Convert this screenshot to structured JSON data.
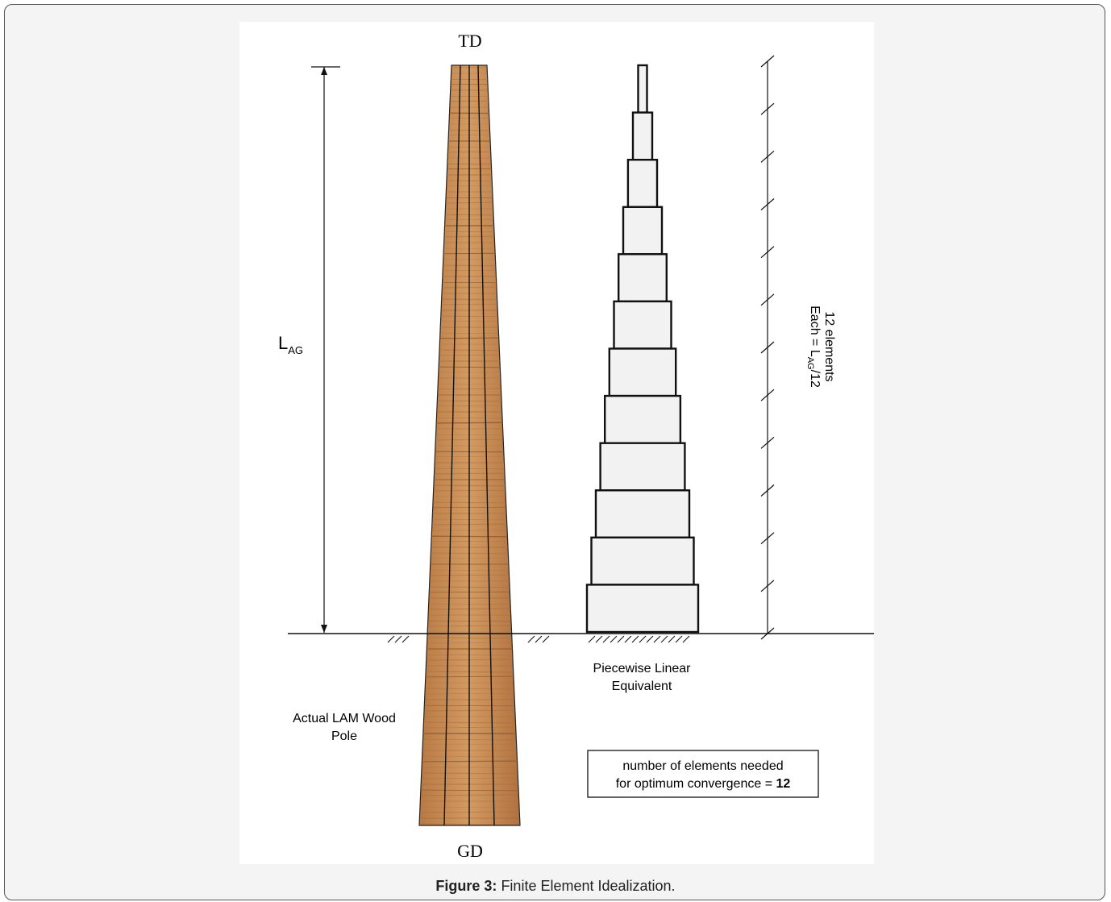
{
  "figure": {
    "top_label": "TD",
    "bottom_label": "GD",
    "length_label_main": "L",
    "length_label_sub": "AG",
    "pole_label_line1": "Actual LAM Wood",
    "pole_label_line2": "Pole",
    "equivalent_label_line1": "Piecewise Linear",
    "equivalent_label_line2": "Equivalent",
    "elements_label_line1": "12 elements",
    "elements_label_line2_pre": "Each = L",
    "elements_label_line2_sub": "AG",
    "elements_label_line2_post": "/12",
    "convergence_line1": "number of elements needed",
    "convergence_line2_pre": "for optimum convergence = ",
    "convergence_line2_bold": "12",
    "element_count": 12,
    "colors": {
      "wood_light": "#c98f5a",
      "wood_dark": "#8a5a2e",
      "element_fill": "#f2f2f2",
      "line": "#111111"
    }
  },
  "caption": {
    "label": "Figure 3:",
    "text": " Finite Element Idealization."
  }
}
